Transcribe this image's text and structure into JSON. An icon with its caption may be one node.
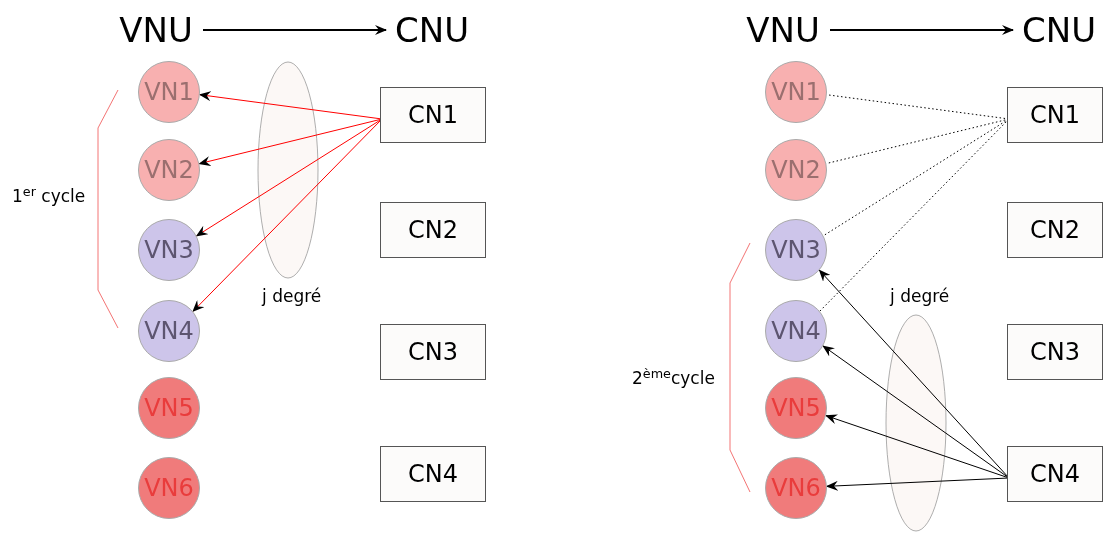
{
  "diagram": {
    "nodes": [
      {
        "text": [
          "VNU"
        ]
      },
      {
        "text": [
          "CNU"
        ]
      },
      {
        "text": [
          "VN1"
        ]
      },
      {
        "text": [
          "VN2"
        ]
      },
      {
        "text": [
          "VN3"
        ]
      },
      {
        "text": [
          "VN4"
        ]
      },
      {
        "text": [
          "VN5"
        ]
      },
      {
        "text": [
          "VN6"
        ]
      },
      {
        "text": [
          "CN1"
        ]
      },
      {
        "text": [
          "CN2"
        ]
      },
      {
        "text": [
          "CN3"
        ]
      },
      {
        "text": [
          "CN4"
        ]
      },
      {
        "text": [
          "VNU"
        ]
      },
      {
        "text": [
          "CNU"
        ]
      },
      {
        "text": [
          "VN1"
        ]
      },
      {
        "text": [
          "VN2"
        ]
      },
      {
        "text": [
          "VN3"
        ]
      },
      {
        "text": [
          "VN4"
        ]
      },
      {
        "text": [
          "VN5"
        ]
      },
      {
        "text": [
          "VN6"
        ]
      },
      {
        "text": [
          "CN1"
        ]
      },
      {
        "text": [
          "CN2"
        ]
      },
      {
        "text": [
          "CN3"
        ]
      },
      {
        "text": [
          "CN4"
        ]
      }
    ],
    "edges": [
      {
        "from": 0,
        "to": 1,
        "arrow": "to"
      },
      {
        "from": 8,
        "to": 2,
        "arrow": "to",
        "color": "#ff0000"
      },
      {
        "from": 8,
        "to": 3,
        "arrow": "to",
        "color": "#ff0000"
      },
      {
        "from": 8,
        "to": 4,
        "arrow": "to",
        "color": "#ff0000"
      },
      {
        "from": 8,
        "to": 5,
        "arrow": "to",
        "color": "#ff0000"
      },
      {
        "from": 12,
        "to": 13,
        "arrow": "to"
      },
      {
        "from": 20,
        "to": 14,
        "arrow": "none",
        "style": "dashed"
      },
      {
        "from": 20,
        "to": 15,
        "arrow": "none",
        "style": "dashed"
      },
      {
        "from": 20,
        "to": 16,
        "arrow": "none",
        "style": "dashed"
      },
      {
        "from": 20,
        "to": 17,
        "arrow": "none",
        "style": "dashed"
      },
      {
        "from": 23,
        "to": 16,
        "arrow": "to"
      },
      {
        "from": 23,
        "to": 17,
        "arrow": "to"
      },
      {
        "from": 23,
        "to": 18,
        "arrow": "to"
      },
      {
        "from": 23,
        "to": 19,
        "arrow": "to"
      }
    ],
    "labels": [
      "1$^{er}$ cycle",
      "j degré",
      "2$^{ème}$cycle",
      "j degré"
    ]
  }
}
